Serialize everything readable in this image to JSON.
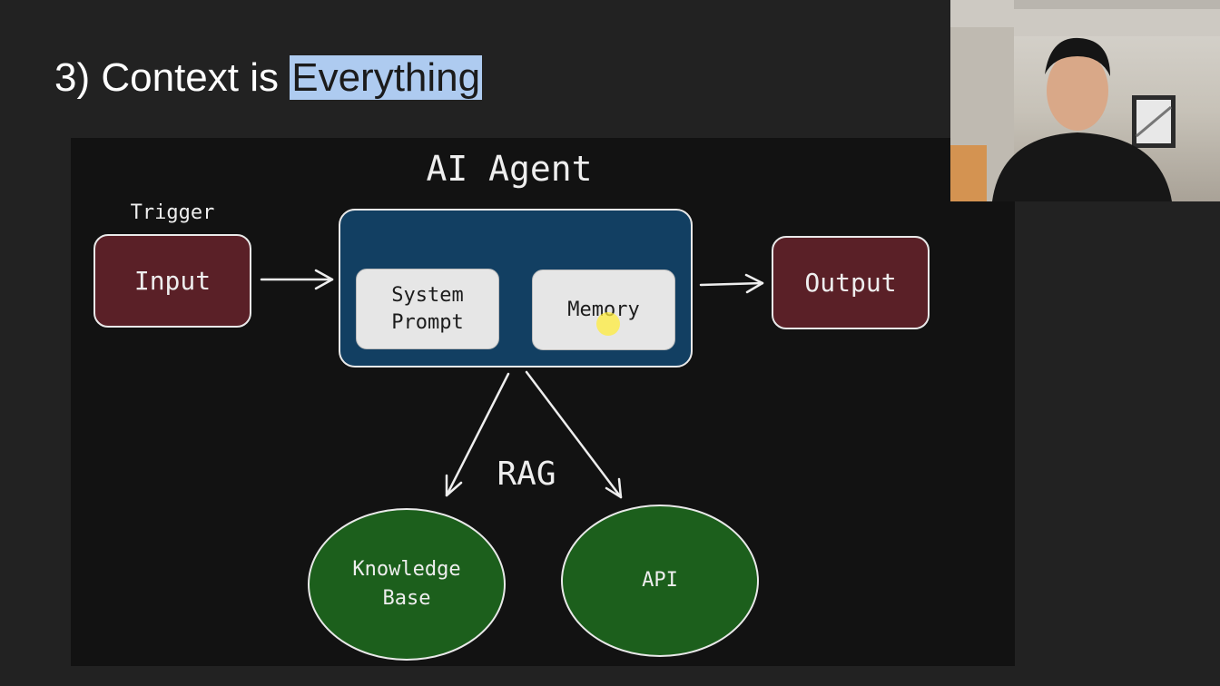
{
  "slide": {
    "title_prefix": "3) Context is ",
    "title_highlight": "Everything"
  },
  "diagram": {
    "agent_title": "AI Agent",
    "trigger_label": "Trigger",
    "input_label": "Input",
    "output_label": "Output",
    "system_prompt_line1": "System",
    "system_prompt_line2": "Prompt",
    "memory_label": "Memory",
    "rag_label": "RAG",
    "knowledge_base_line1": "Knowledge",
    "knowledge_base_line2": "Base",
    "api_label": "API"
  },
  "colors": {
    "background": "#222222",
    "panel": "#121212",
    "input_output_fill": "#5a2027",
    "agent_fill": "#123f62",
    "inner_fill": "#e6e6e6",
    "rag_fill": "#1c5f1c",
    "title_highlight": "#aecbf0"
  },
  "webcam": {
    "description_icon": "presenter-webcam"
  }
}
